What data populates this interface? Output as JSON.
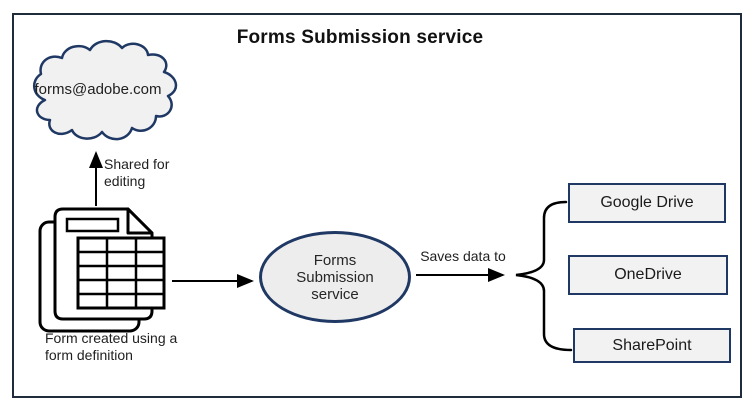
{
  "diagram": {
    "title": "Forms Submission service",
    "cloud_label": "forms@adobe.com",
    "form_caption": "Form created using a form definition",
    "service_label": "Forms Submission service",
    "edge_labels": {
      "shared": "Shared for editing",
      "saves": "Saves data to"
    },
    "destinations": [
      {
        "label": "Google Drive"
      },
      {
        "label": "OneDrive"
      },
      {
        "label": "SharePoint"
      }
    ],
    "colors": {
      "shape_border": "#1f3864",
      "shape_fill": "#f1f1f1",
      "frame_border": "#1e2c3c",
      "connector": "#000000",
      "text": "#1a1a1a"
    }
  }
}
